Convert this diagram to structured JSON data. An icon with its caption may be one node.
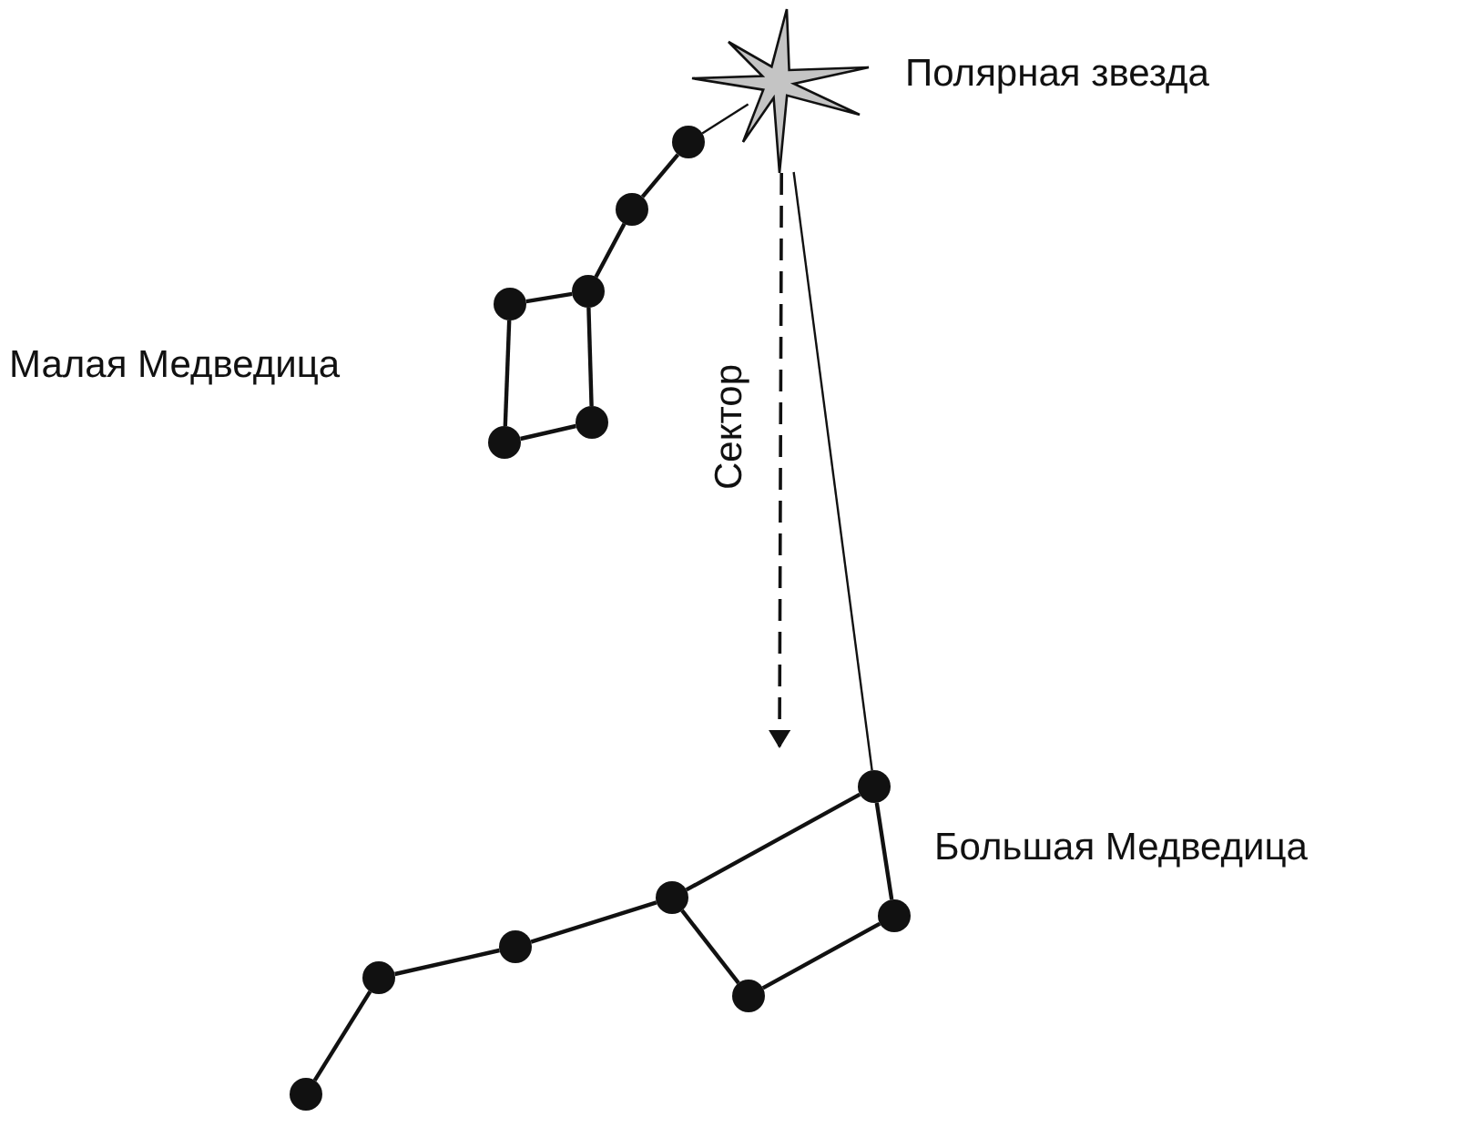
{
  "diagram": {
    "nodes": [
      {
        "text": [],
        "shape": "star",
        "beside": [
          "Полярная звезда"
        ]
      },
      {
        "text": [],
        "shape": "circle"
      },
      {
        "text": [],
        "shape": "circle"
      },
      {
        "text": [],
        "shape": "circle"
      },
      {
        "text": [],
        "shape": "circle"
      },
      {
        "text": [],
        "shape": "circle"
      },
      {
        "text": [],
        "shape": "circle"
      },
      {
        "text": [],
        "shape": "circle"
      },
      {
        "text": [],
        "shape": "circle"
      },
      {
        "text": [],
        "shape": "circle"
      },
      {
        "text": [],
        "shape": "circle"
      },
      {
        "text": [],
        "shape": "circle"
      },
      {
        "text": [],
        "shape": "circle"
      },
      {
        "text": [],
        "shape": "circle"
      }
    ],
    "edges": [
      {
        "from": 0,
        "to": 1,
        "arrow": "none"
      },
      {
        "from": 1,
        "to": 2,
        "arrow": "none"
      },
      {
        "from": 2,
        "to": 3,
        "arrow": "none"
      },
      {
        "from": 3,
        "to": 4,
        "arrow": "none"
      },
      {
        "from": 4,
        "to": 6,
        "arrow": "none"
      },
      {
        "from": 6,
        "to": 5,
        "arrow": "none"
      },
      {
        "from": 5,
        "to": 3,
        "arrow": "none"
      },
      {
        "from": 0,
        "to": 7,
        "arrow": "none"
      },
      {
        "from": 0,
        "to": null,
        "arrow": "to",
        "style": "dashed",
        "label": "Сектор"
      },
      {
        "from": 7,
        "to": 9,
        "arrow": "none"
      },
      {
        "from": 9,
        "to": 12,
        "arrow": "none"
      },
      {
        "from": 12,
        "to": 8,
        "arrow": "none"
      },
      {
        "from": 8,
        "to": 7,
        "arrow": "none"
      },
      {
        "from": 8,
        "to": 10,
        "arrow": "none"
      },
      {
        "from": 10,
        "to": 11,
        "arrow": "none"
      },
      {
        "from": 11,
        "to": 13,
        "arrow": "none"
      }
    ],
    "labels": [
      "Малая Медведица",
      "Большая Медведица"
    ]
  }
}
